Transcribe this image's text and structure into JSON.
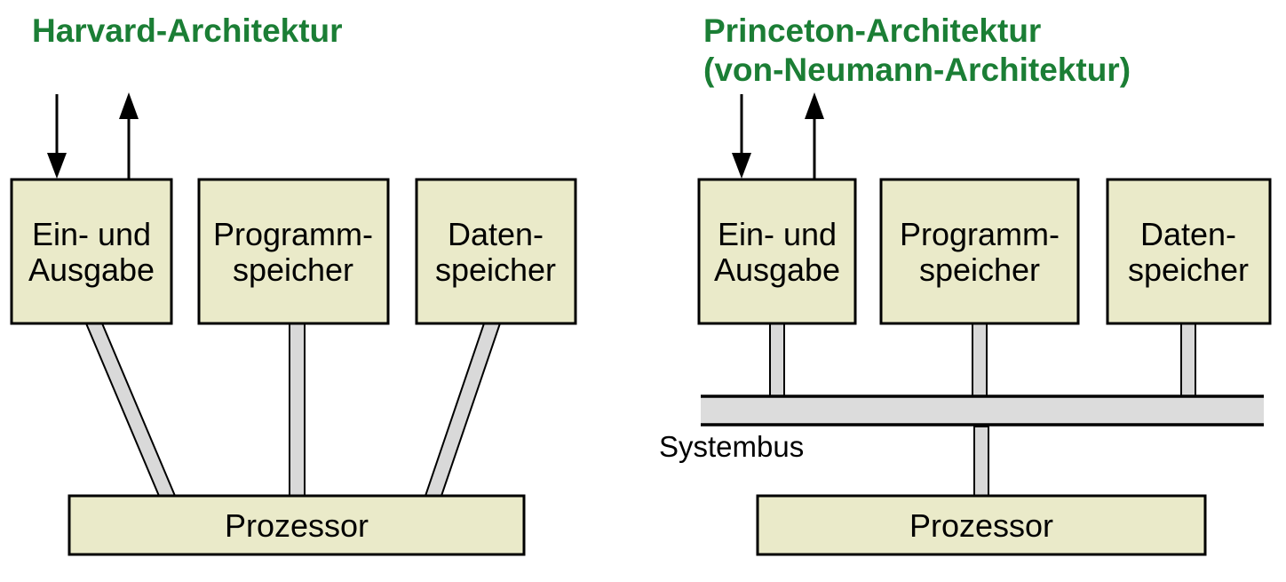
{
  "colors": {
    "title": "#1b7e35",
    "box_fill": "#eaeac9",
    "box_stroke": "#000000",
    "connector_fill": "#d9d9d9",
    "bus_fill": "#dcdcdc",
    "arrow": "#000000",
    "label_text": "#000000",
    "background": "#ffffff"
  },
  "harvard": {
    "title": "Harvard-Architektur",
    "boxes": [
      {
        "line1": "Ein- und",
        "line2": "Ausgabe"
      },
      {
        "line1": "Programm-",
        "line2": "speicher"
      },
      {
        "line1": "Daten-",
        "line2": "speicher"
      }
    ],
    "processor_label": "Prozessor"
  },
  "princeton": {
    "title_line1": "Princeton-Architektur",
    "title_line2": "(von-Neumann-Architektur)",
    "boxes": [
      {
        "line1": "Ein- und",
        "line2": "Ausgabe"
      },
      {
        "line1": "Programm-",
        "line2": "speicher"
      },
      {
        "line1": "Daten-",
        "line2": "speicher"
      }
    ],
    "bus_label": "Systembus",
    "processor_label": "Prozessor"
  }
}
